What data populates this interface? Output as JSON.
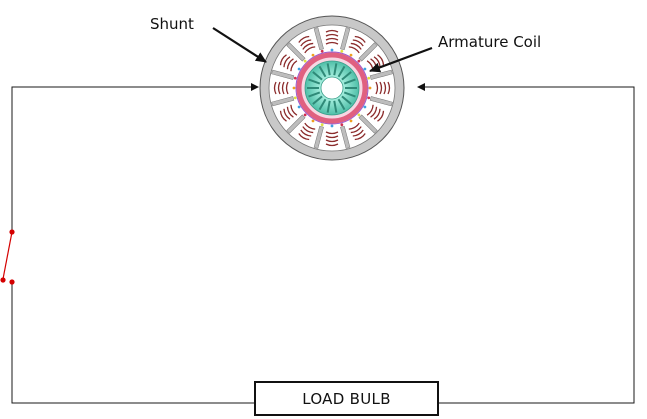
{
  "labels": {
    "shunt": "Shunt",
    "armature_coil": "Armature Coil",
    "load": "LOAD BULB"
  },
  "colors": {
    "wire": "#1a1a1a",
    "switch": "#d40000",
    "stator": "#c8c8c8",
    "stator_winding": "#8b2b2b",
    "rotor_ring": "#e06080",
    "rotor_core": "#7cd6c2"
  },
  "icons": {
    "machine": "dc-generator-cross-section-icon",
    "switch": "open-switch-icon"
  }
}
